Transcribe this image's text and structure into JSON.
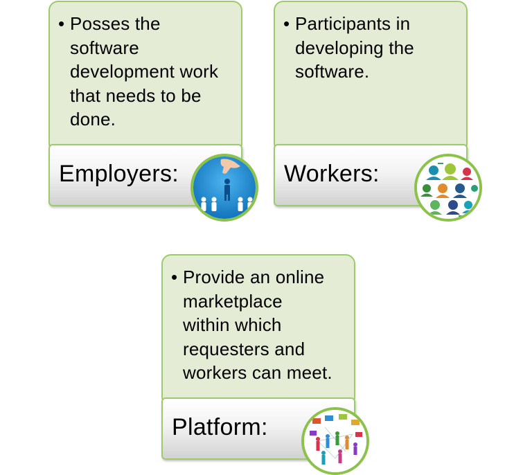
{
  "cards": [
    {
      "label": "Employers:",
      "bullet": "•",
      "description_lines": [
        "Posses the",
        "software",
        "development work",
        "that needs to be",
        "done."
      ],
      "icon": "hand-picking-person-icon"
    },
    {
      "label": "Workers:",
      "bullet": "•",
      "description_lines": [
        "Participants in",
        "developing the",
        "software."
      ],
      "icon": "people-network-icon"
    },
    {
      "label": "Platform:",
      "bullet": "•",
      "description_lines": [
        "Provide an online",
        "marketplace",
        "within which",
        "requesters and",
        "workers can meet."
      ],
      "icon": "social-network-icon"
    }
  ],
  "colors": {
    "card_fill": "#e4ecd6",
    "card_border": "#9bcb6a",
    "badge_border": "#8ac24a",
    "employers_badge_bg": "#1e8fd6"
  }
}
